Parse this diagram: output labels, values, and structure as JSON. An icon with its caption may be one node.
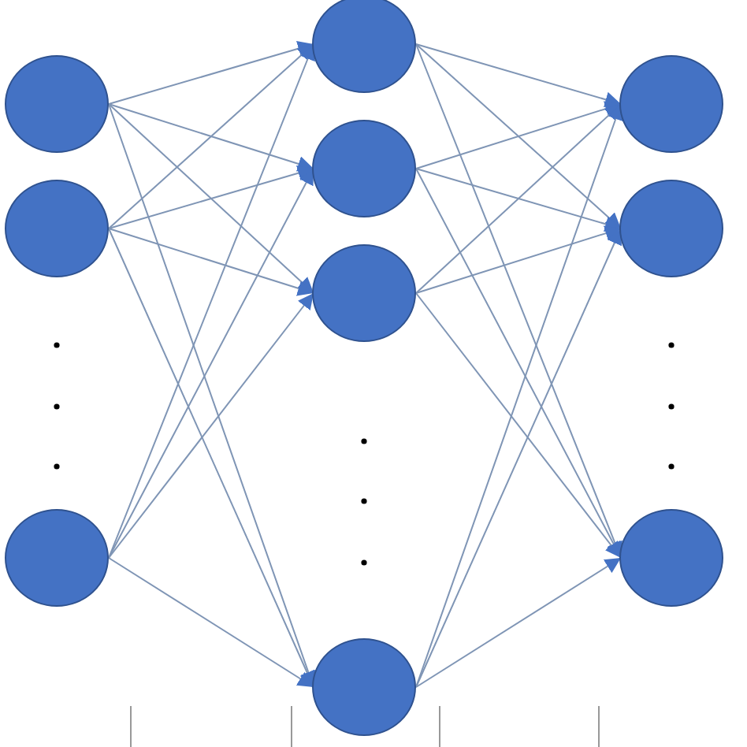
{
  "diagram": {
    "nodes": [
      {
        "text": [],
        "shape": "circle"
      },
      {
        "text": [],
        "shape": "circle"
      },
      {
        "text": [],
        "shape": "circle"
      },
      {
        "text": [],
        "shape": "circle"
      },
      {
        "text": [],
        "shape": "circle"
      },
      {
        "text": [],
        "shape": "circle"
      },
      {
        "text": [],
        "shape": "circle"
      },
      {
        "text": [],
        "shape": "circle"
      },
      {
        "text": [],
        "shape": "circle"
      },
      {
        "text": [],
        "shape": "circle"
      }
    ],
    "edges": [
      {
        "from": 0,
        "to": 3,
        "arrow": "to"
      },
      {
        "from": 0,
        "to": 4,
        "arrow": "to"
      },
      {
        "from": 0,
        "to": 5,
        "arrow": "to"
      },
      {
        "from": 0,
        "to": 6,
        "arrow": "to"
      },
      {
        "from": 1,
        "to": 3,
        "arrow": "to"
      },
      {
        "from": 1,
        "to": 4,
        "arrow": "to"
      },
      {
        "from": 1,
        "to": 5,
        "arrow": "to"
      },
      {
        "from": 1,
        "to": 6,
        "arrow": "to"
      },
      {
        "from": 2,
        "to": 3,
        "arrow": "to"
      },
      {
        "from": 2,
        "to": 4,
        "arrow": "to"
      },
      {
        "from": 2,
        "to": 5,
        "arrow": "to"
      },
      {
        "from": 2,
        "to": 6,
        "arrow": "to"
      },
      {
        "from": 3,
        "to": 7,
        "arrow": "to"
      },
      {
        "from": 3,
        "to": 8,
        "arrow": "to"
      },
      {
        "from": 3,
        "to": 9,
        "arrow": "to"
      },
      {
        "from": 4,
        "to": 7,
        "arrow": "to"
      },
      {
        "from": 4,
        "to": 8,
        "arrow": "to"
      },
      {
        "from": 4,
        "to": 9,
        "arrow": "to"
      },
      {
        "from": 5,
        "to": 7,
        "arrow": "to"
      },
      {
        "from": 5,
        "to": 8,
        "arrow": "to"
      },
      {
        "from": 5,
        "to": 9,
        "arrow": "to"
      },
      {
        "from": 6,
        "to": 7,
        "arrow": "to"
      },
      {
        "from": 6,
        "to": 8,
        "arrow": "to"
      },
      {
        "from": 6,
        "to": 9,
        "arrow": "to"
      }
    ]
  }
}
